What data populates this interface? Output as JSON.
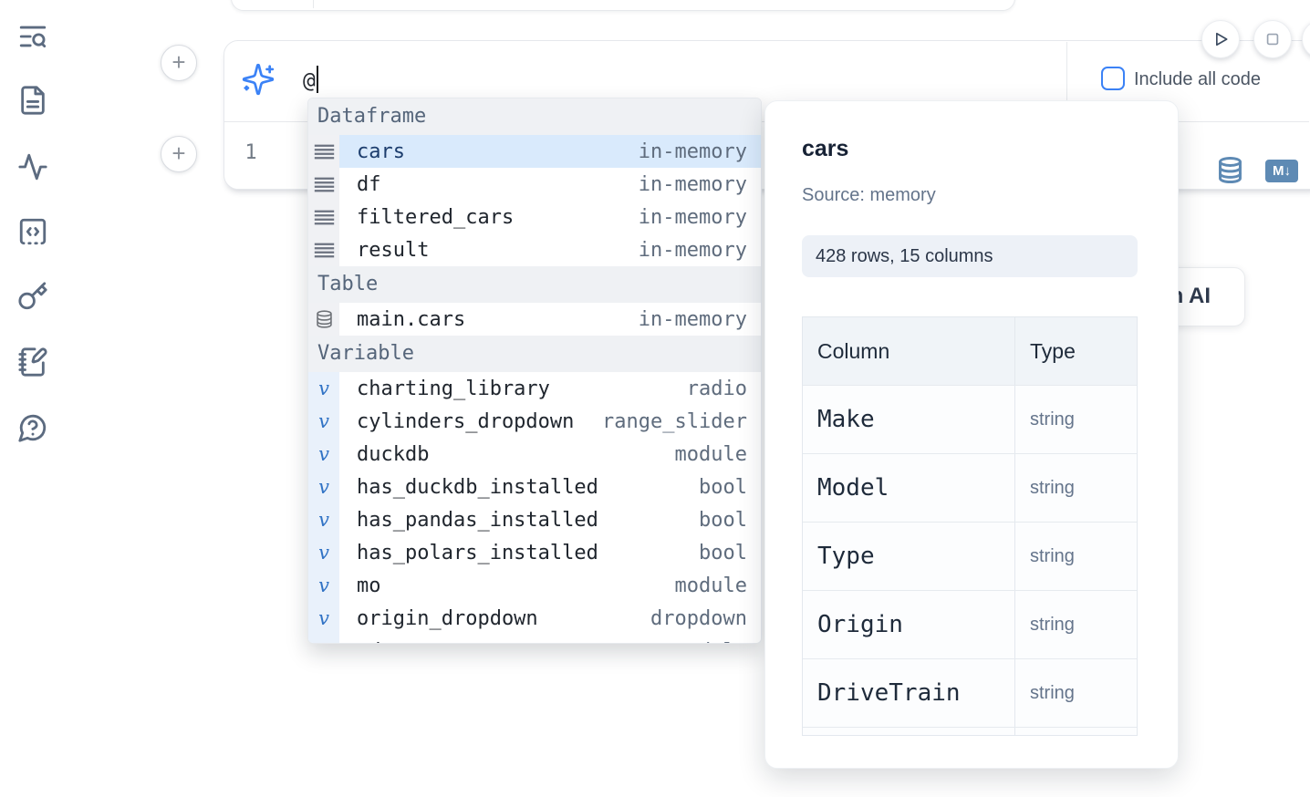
{
  "colors": {
    "accent_blue": "#3b82f6",
    "steel_blue": "#5e8ab4",
    "selected_row_bg": "#d9eafc",
    "selected_row_text": "#1c3d6d",
    "muted_text": "#5f6c7d",
    "sidebar_icon": "#5c6b80"
  },
  "sidebar": {
    "icons": [
      "list-search-icon",
      "file-text-icon",
      "activity-icon",
      "snippets-icon",
      "key-icon",
      "scratchpad-icon",
      "help-icon"
    ]
  },
  "run_controls": {
    "play_icon": "play-icon",
    "stop_icon": "stop-icon"
  },
  "add_cell_button": {
    "symbol": "+"
  },
  "prompt": {
    "value": "@",
    "sparkle_icon": "sparkles-icon",
    "include_all_code": {
      "label": "Include all code",
      "checked": false
    }
  },
  "cell": {
    "line_number": "1",
    "toolbar": {
      "database_icon": "database-icon",
      "markdown_badge": "M↓"
    }
  },
  "ai_overlay_button": {
    "visible_text": "h AI"
  },
  "autocomplete": {
    "sections": [
      {
        "label": "Dataframe",
        "kind": "dataframe",
        "items": [
          {
            "name": "cars",
            "type": "in-memory",
            "selected": true
          },
          {
            "name": "df",
            "type": "in-memory"
          },
          {
            "name": "filtered_cars",
            "type": "in-memory"
          },
          {
            "name": "result",
            "type": "in-memory"
          }
        ]
      },
      {
        "label": "Table",
        "kind": "table",
        "items": [
          {
            "name": "main.cars",
            "type": "in-memory"
          }
        ]
      },
      {
        "label": "Variable",
        "kind": "variable",
        "items": [
          {
            "name": "charting_library",
            "type": "radio"
          },
          {
            "name": "cylinders_dropdown",
            "type": "range_slider"
          },
          {
            "name": "duckdb",
            "type": "module"
          },
          {
            "name": "has_duckdb_installed",
            "type": "bool"
          },
          {
            "name": "has_pandas_installed",
            "type": "bool"
          },
          {
            "name": "has_polars_installed",
            "type": "bool"
          },
          {
            "name": "mo",
            "type": "module"
          },
          {
            "name": "origin_dropdown",
            "type": "dropdown"
          },
          {
            "name": "pd",
            "type": "module",
            "partial": true
          }
        ]
      }
    ]
  },
  "popover": {
    "title": "cars",
    "source": "Source: memory",
    "shape_badge": "428 rows, 15 columns",
    "table": {
      "headers": [
        "Column",
        "Type"
      ],
      "rows": [
        {
          "column": "Make",
          "type": "string"
        },
        {
          "column": "Model",
          "type": "string"
        },
        {
          "column": "Type",
          "type": "string"
        },
        {
          "column": "Origin",
          "type": "string"
        },
        {
          "column": "DriveTrain",
          "type": "string"
        },
        {
          "column": "",
          "type": "",
          "partial": true
        }
      ]
    }
  }
}
